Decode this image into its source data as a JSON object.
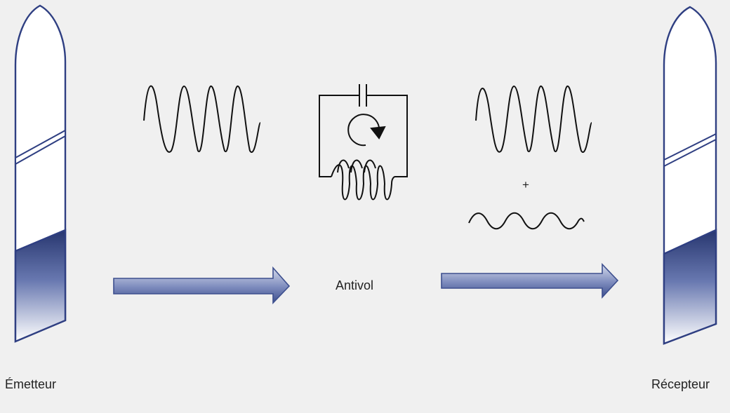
{
  "labels": {
    "emitter": "Émetteur",
    "antitheft": "Antivol",
    "receiver": "Récepteur",
    "plus": "+"
  },
  "colors": {
    "background": "#f0f0f0",
    "antenna_stroke": "#2f3f82",
    "antenna_fill_dark": "#2c3a7a",
    "arrow_fill_dark": "#3d4f8e",
    "arrow_fill_light": "#d5dbec",
    "wave_stroke": "#111111"
  }
}
